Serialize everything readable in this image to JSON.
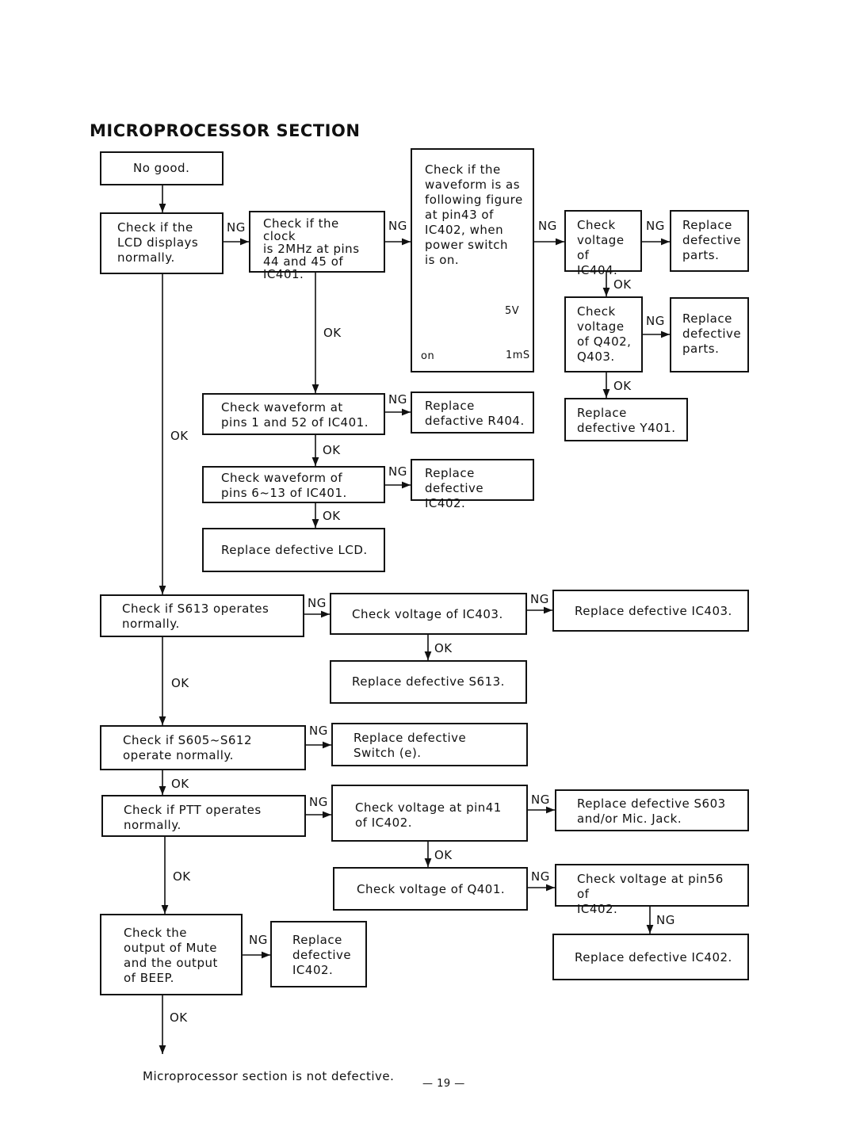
{
  "title": "MICROPROCESSOR SECTION",
  "labels": {
    "ng": "NG",
    "ok": "OK"
  },
  "boxes": {
    "no_good": "No good.",
    "check_lcd": "Check if the\nLCD displays\nnormally.",
    "check_clock": "Check if the clock\nis 2MHz at pins\n44 and 45 of\nIC401.",
    "check_waveform_pin43": "Check if the\nwaveform is as\nfollowing figure\nat pin43 of\nIC402, when\npower switch\nis on.",
    "check_voltage_ic404": "Check\nvoltage\nof IC404.",
    "replace_parts_1": "Replace\ndefective\nparts.",
    "check_voltage_q402": "Check\nvoltage\nof Q402,\nQ403.",
    "replace_parts_2": "Replace\ndefective\nparts.",
    "replace_y401": "Replace\ndefective Y401.",
    "check_waveform_1_52": "Check waveform at\npins 1 and 52 of IC401.",
    "replace_r404": "Replace\ndefactive R404.",
    "check_waveform_6_13": "Check waveform of\npins 6~13 of IC401.",
    "replace_ic402_a": "Replace\ndefective IC402.",
    "replace_lcd": "Replace defective LCD.",
    "check_s613": "Check if S613 operates\nnormally.",
    "check_voltage_ic403": "Check voltage of IC403.",
    "replace_ic403": "Replace defective IC403.",
    "replace_s613": "Replace defective S613.",
    "check_s605_s612": "Check if S605~S612\noperate normally.",
    "replace_switch": "Replace defective\nSwitch (e).",
    "check_ptt": "Check if PTT operates\nnormally.",
    "check_voltage_pin41": "Check voltage at pin41\nof IC402.",
    "replace_s603": "Replace defective S603\nand/or Mic. Jack.",
    "check_voltage_q401": "Check voltage of Q401.",
    "check_voltage_pin56": "Check voltage at pin56 of\nIC402.",
    "check_mute_beep": "Check the\noutput of Mute\nand the output\nof BEEP.",
    "replace_ic402_b": "Replace\ndefective\nIC402.",
    "replace_ic402_c": "Replace defective IC402."
  },
  "waveform": {
    "amplitude": "5V",
    "width": "1mS",
    "start": "on"
  },
  "footer": {
    "result": "Microprocessor section is not defective.",
    "page_number": "— 19 —"
  }
}
